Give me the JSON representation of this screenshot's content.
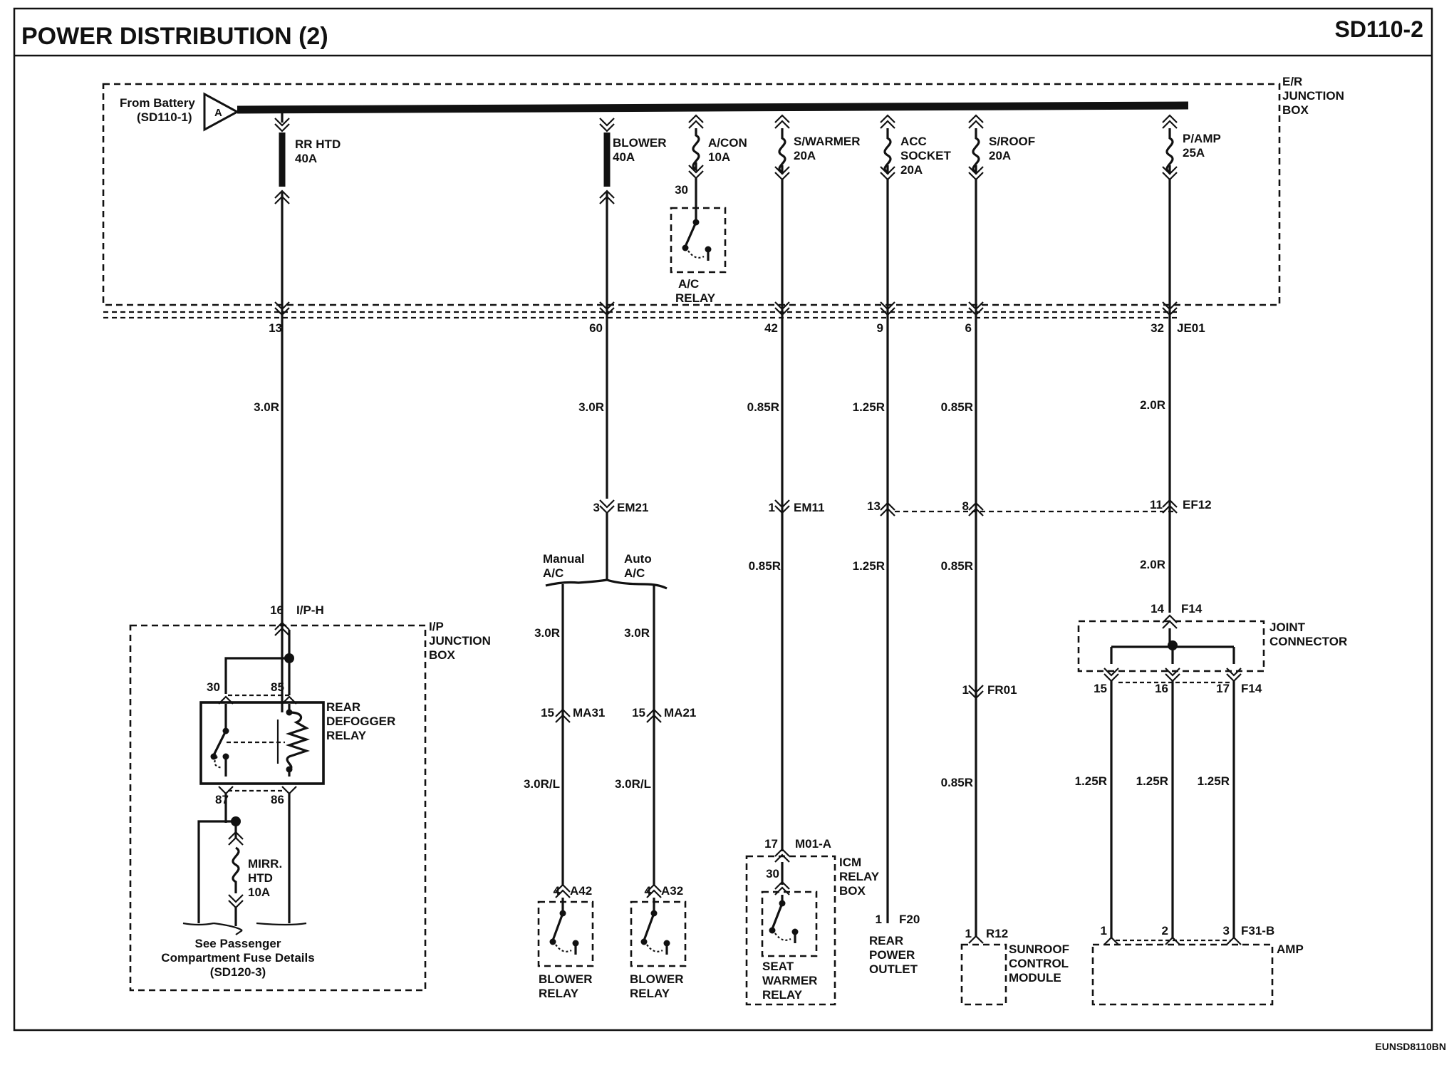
{
  "header": {
    "title": "POWER DISTRIBUTION (2)",
    "code": "SD110-2",
    "footer_code": "EUNSD8110BN"
  },
  "er_box": {
    "label_1": "E/R",
    "label_2": "JUNCTION",
    "label_3": "BOX",
    "connector": "JE01"
  },
  "source": {
    "line_1": "From Battery",
    "line_2": "(SD110-1)",
    "tag": "A"
  },
  "fuses": {
    "rr_htd": {
      "line_1": "RR HTD",
      "line_2": "40A"
    },
    "blower": {
      "line_1": "BLOWER",
      "line_2": "40A"
    },
    "acon": {
      "line_1": "A/CON",
      "line_2": "10A"
    },
    "swarmer": {
      "line_1": "S/WARMER",
      "line_2": "20A"
    },
    "acc": {
      "line_1": "ACC",
      "line_2": "SOCKET",
      "line_3": "20A"
    },
    "sroof": {
      "line_1": "S/ROOF",
      "line_2": "20A"
    },
    "pamp": {
      "line_1": "P/AMP",
      "line_2": "25A"
    },
    "mirr": {
      "line_1": "MIRR.",
      "line_2": "HTD",
      "line_3": "10A"
    }
  },
  "ac_relay": {
    "pin": "30",
    "line_1": "A/C",
    "line_2": "RELAY"
  },
  "je01_pins": {
    "p13": "13",
    "p60": "60",
    "p42": "42",
    "p9": "9",
    "p6": "6",
    "p32": "32"
  },
  "wires": {
    "w1": "3.0R",
    "w2": "3.0R",
    "w3": "0.85R",
    "w4": "1.25R",
    "w5": "0.85R",
    "w6": "2.0R",
    "w7": "0.85R",
    "w8": "1.25R",
    "w9": "0.85R",
    "w10": "2.0R",
    "w11": "3.0R",
    "w12": "3.0R",
    "w13": "3.0R/L",
    "w14": "3.0R/L",
    "w15": "0.85R",
    "w16": "1.25R",
    "w17": "1.25R",
    "w18": "1.25R"
  },
  "connectors": {
    "em21_pin": "3",
    "em21": "EM21",
    "em11_pin": "1",
    "em11": "EM11",
    "c13": "13",
    "c8": "8",
    "c11": "11",
    "ef12": "EF12",
    "f14_pin": "14",
    "f14": "F14",
    "ma31_pin": "15",
    "ma31": "MA31",
    "ma21_pin": "15",
    "ma21": "MA21",
    "fr01_pin": "1",
    "fr01": "FR01",
    "ip_h_pin": "16",
    "ip_h": "I/P-H",
    "m01a_pin": "17",
    "m01a": "M01-A",
    "a42_pin": "4",
    "a42": "A42",
    "a32_pin": "4",
    "a32": "A32",
    "f20_pin": "1",
    "f20": "F20",
    "r12_pin": "1",
    "r12": "R12",
    "jc_15": "15",
    "jc_16": "16",
    "jc_17": "17",
    "jc_f14": "F14",
    "amp_1": "1",
    "amp_2": "2",
    "amp_3": "3",
    "f31b": "F31-B"
  },
  "branch": {
    "manual_1": "Manual",
    "manual_2": "A/C",
    "auto_1": "Auto",
    "auto_2": "A/C"
  },
  "ip_box": {
    "line_1": "I/P",
    "line_2": "JUNCTION",
    "line_3": "BOX"
  },
  "defogger": {
    "line_1": "REAR",
    "line_2": "DEFOGGER",
    "line_3": "RELAY",
    "p30": "30",
    "p85": "85",
    "p87": "87",
    "p86": "86"
  },
  "passenger_note": {
    "line_1": "See Passenger",
    "line_2": "Compartment Fuse Details",
    "line_3": "(SD120-3)"
  },
  "blower_relay_1": {
    "line_1": "BLOWER",
    "line_2": "RELAY"
  },
  "blower_relay_2": {
    "line_1": "BLOWER",
    "line_2": "RELAY"
  },
  "icm": {
    "line_1": "ICM",
    "line_2": "RELAY",
    "line_3": "BOX",
    "pin": "30"
  },
  "seat_relay": {
    "line_1": "SEAT",
    "line_2": "WARMER",
    "line_3": "RELAY"
  },
  "rear_outlet": {
    "line_1": "REAR",
    "line_2": "POWER",
    "line_3": "OUTLET"
  },
  "sunroof": {
    "line_1": "SUNROOF",
    "line_2": "CONTROL",
    "line_3": "MODULE"
  },
  "joint": {
    "line_1": "JOINT",
    "line_2": "CONNECTOR"
  },
  "amp": {
    "label": "AMP"
  }
}
